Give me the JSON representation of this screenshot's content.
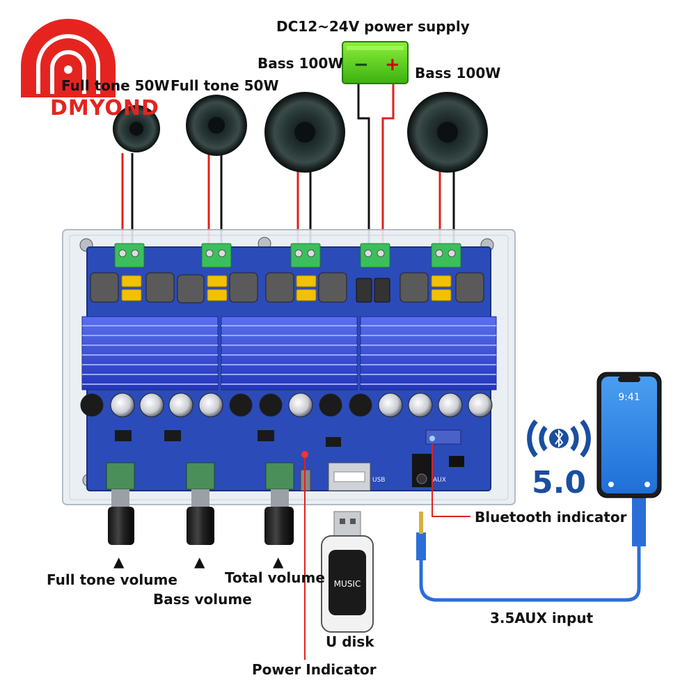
{
  "brand": {
    "name": "DMYOND",
    "color": "#e52420"
  },
  "power_supply": {
    "title": "DC12~24V power supply",
    "minus": "−",
    "plus": "+"
  },
  "speakers": {
    "label_1": "Full tone 50W",
    "label_2": "Full tone 50W",
    "label_3": "Bass 100W",
    "label_4": "Bass 100W"
  },
  "controls": {
    "full_tone_volume": "Full tone volume",
    "bass_volume": "Bass volume",
    "total_volume": "Total volume",
    "arrow": "▲"
  },
  "indicators": {
    "bluetooth": "Bluetooth indicator",
    "power": "Power Indicator"
  },
  "board": {
    "usb_text": "USB",
    "aux_text": "AUX"
  },
  "usb_disk": {
    "label": "U disk",
    "screen_text": "MUSIC"
  },
  "aux": {
    "label": "3.5AUX input"
  },
  "bluetooth": {
    "version": "5.0",
    "icon": "bluetooth-icon",
    "color": "#1a4ea0"
  },
  "phone": {
    "time": "9:41"
  },
  "colors": {
    "wire_red": "#e0201c",
    "heatsink": "#3a52d8",
    "pcb": "#2b4bb8"
  }
}
